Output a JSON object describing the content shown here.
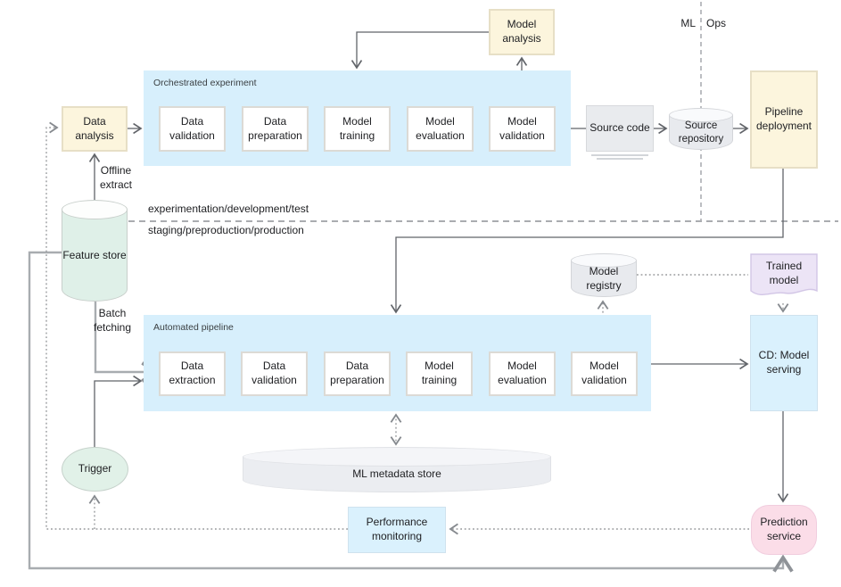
{
  "diagram": {
    "annotations": {
      "ml": "ML",
      "ops": "Ops",
      "env_top": "experimentation/development/test",
      "env_bottom": "staging/preproduction/production",
      "offline_extract": "Offline extract",
      "batch_fetching": "Batch fetching"
    },
    "experiment": {
      "label": "Orchestrated experiment",
      "steps": [
        "Data validation",
        "Data preparation",
        "Model training",
        "Model evaluation",
        "Model validation"
      ]
    },
    "pipeline": {
      "label": "Automated pipeline",
      "steps": [
        "Data extraction",
        "Data validation",
        "Data preparation",
        "Model training",
        "Model evaluation",
        "Model validation"
      ]
    },
    "nodes": {
      "data_analysis": "Data analysis",
      "model_analysis": "Model analysis",
      "source_code": "Source code",
      "source_repository": "Source repository",
      "pipeline_deployment": "Pipeline deployment",
      "feature_store": "Feature store",
      "trigger": "Trigger",
      "model_registry": "Model registry",
      "trained_model": "Trained model",
      "cd_model_serving": "CD: Model serving",
      "prediction_service": "Prediction service",
      "performance_monitoring": "Performance monitoring",
      "ml_metadata_store": "ML metadata store"
    },
    "colors": {
      "container_blue": "#d7effc",
      "panel_blue": "#daf1fd",
      "cream_yellow": "#fcf5dd",
      "store_green": "#e1f1e8",
      "model_purple": "#ece4f6",
      "service_pink": "#fbdde8",
      "artifact_gray": "#e9ebee",
      "line_dark": "#616469",
      "line_gray": "#a8acb0",
      "line_dotted": "#97999c"
    }
  }
}
